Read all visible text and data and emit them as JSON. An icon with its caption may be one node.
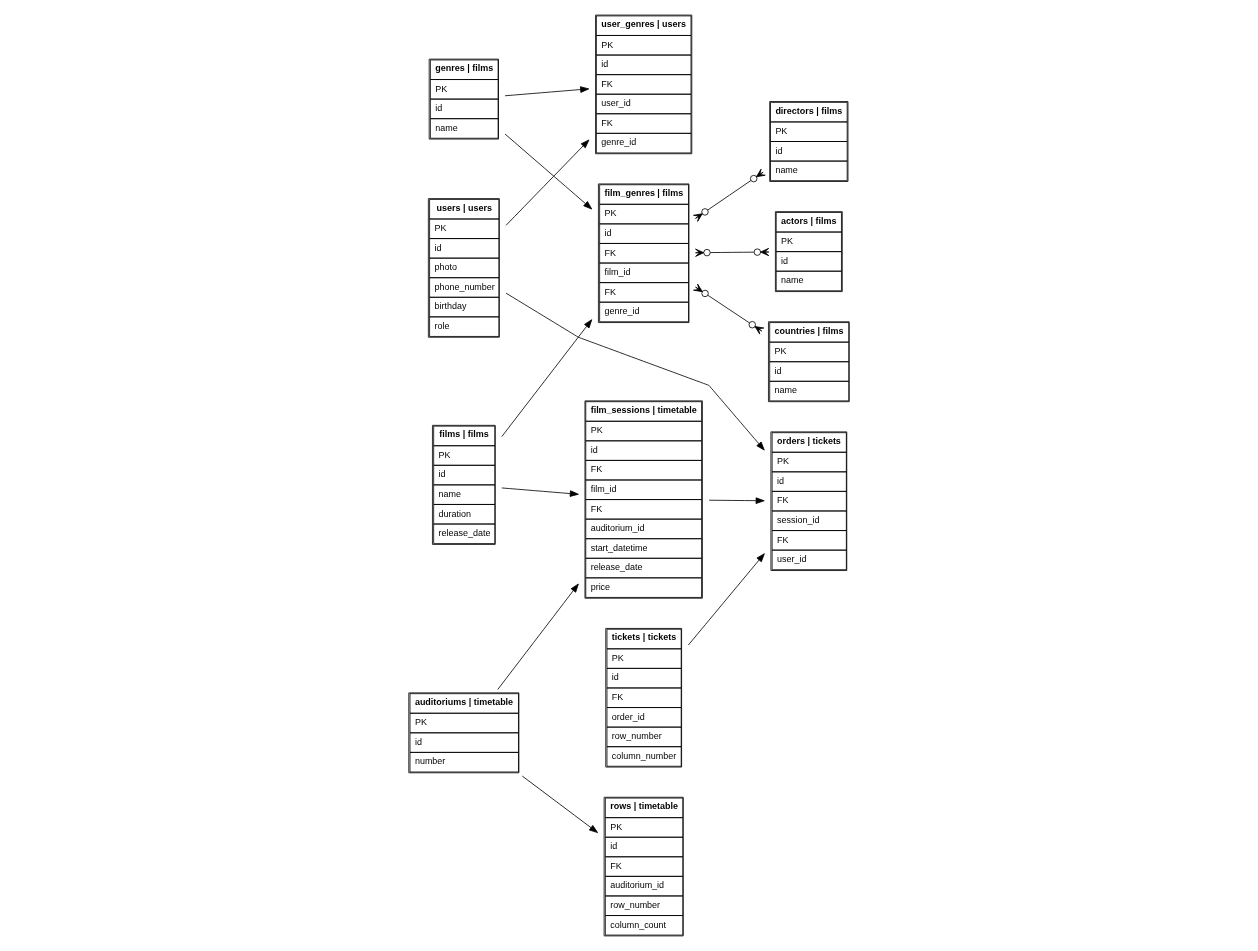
{
  "diagram": {
    "nodes": [
      {
        "text": [
          "users | users",
          "PK",
          "id",
          "photo",
          "phone_number",
          "birthday",
          "role"
        ]
      },
      {
        "text": [
          "user_genres | users",
          "PK",
          "id",
          "FK",
          "user_id",
          "FK",
          "genre_id"
        ]
      },
      {
        "text": [
          "genres | films",
          "PK",
          "id",
          "name"
        ]
      },
      {
        "text": [
          "directors | films",
          "PK",
          "id",
          "name"
        ]
      },
      {
        "text": [
          "films | films",
          "PK",
          "id",
          "name",
          "duration",
          "release_date"
        ]
      },
      {
        "text": [
          "film_genres | films",
          "PK",
          "id",
          "FK",
          "film_id",
          "FK",
          "genre_id"
        ]
      },
      {
        "text": [
          "actors | films",
          "PK",
          "id",
          "name"
        ]
      },
      {
        "text": [
          "countries | films",
          "PK",
          "id",
          "name"
        ]
      },
      {
        "text": [
          "film_sessions | timetable",
          "PK",
          "id",
          "FK",
          "film_id",
          "FK",
          "auditorium_id",
          "start_datetime",
          "release_date",
          "price"
        ]
      },
      {
        "text": [
          "auditoriums | timetable",
          "PK",
          "id",
          "number"
        ]
      },
      {
        "text": [
          "rows | timetable",
          "PK",
          "id",
          "FK",
          "auditorium_id",
          "row_number",
          "column_count"
        ]
      },
      {
        "text": [
          "orders | tickets",
          "PK",
          "id",
          "FK",
          "session_id",
          "FK",
          "user_id"
        ]
      },
      {
        "text": [
          "tickets | tickets",
          "PK",
          "id",
          "FK",
          "order_id",
          "row_number",
          "column_number"
        ]
      }
    ],
    "edges": [
      {
        "from": 0,
        "to": 1,
        "arrow": "to"
      },
      {
        "from": 2,
        "to": 1,
        "arrow": "to"
      },
      {
        "from": 2,
        "to": 5,
        "arrow": "to"
      },
      {
        "from": 4,
        "to": 5,
        "arrow": "to"
      },
      {
        "from": 5,
        "to": 3,
        "arrow": "other"
      },
      {
        "from": 5,
        "to": 6,
        "arrow": "other"
      },
      {
        "from": 5,
        "to": 7,
        "arrow": "other"
      },
      {
        "from": 4,
        "to": 8,
        "arrow": "to"
      },
      {
        "from": 9,
        "to": 8,
        "arrow": "to"
      },
      {
        "from": 9,
        "to": 10,
        "arrow": "to"
      },
      {
        "from": 8,
        "to": 11,
        "arrow": "to"
      },
      {
        "from": 0,
        "to": 11,
        "arrow": "to"
      },
      {
        "from": 12,
        "to": 11,
        "arrow": "to"
      }
    ]
  }
}
